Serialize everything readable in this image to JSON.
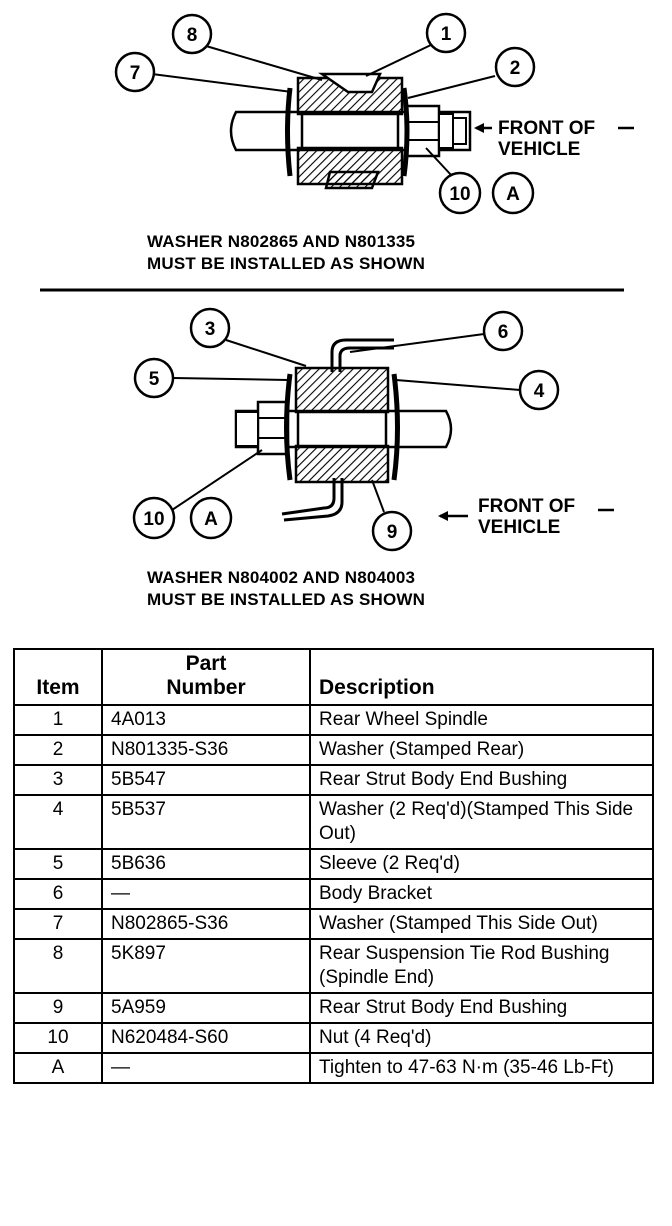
{
  "diagram_top": {
    "callouts": [
      "8",
      "1",
      "7",
      "2",
      "10",
      "A"
    ],
    "front_label_1": "FRONT OF",
    "front_label_2": "VEHICLE",
    "note_line_1": "WASHER N802865 AND N801335",
    "note_line_2": "MUST BE INSTALLED AS SHOWN"
  },
  "diagram_bottom": {
    "callouts": [
      "3",
      "6",
      "5",
      "4",
      "10",
      "A",
      "9"
    ],
    "front_label_1": "FRONT OF",
    "front_label_2": "VEHICLE",
    "note_line_1": "WASHER N804002 AND N804003",
    "note_line_2": "MUST BE INSTALLED AS SHOWN"
  },
  "table": {
    "headers": {
      "item": "Item",
      "part_1": "Part",
      "part_2": "Number",
      "description": "Description"
    },
    "rows": [
      {
        "item": "1",
        "part": "4A013",
        "desc": "Rear Wheel Spindle"
      },
      {
        "item": "2",
        "part": "N801335-S36",
        "desc": "Washer (Stamped Rear)"
      },
      {
        "item": "3",
        "part": "5B547",
        "desc": "Rear Strut Body End Bushing"
      },
      {
        "item": "4",
        "part": "5B537",
        "desc": "Washer (2 Req'd)(Stamped This Side Out)"
      },
      {
        "item": "5",
        "part": "5B636",
        "desc": "Sleeve (2 Req'd)"
      },
      {
        "item": "6",
        "part": "—",
        "desc": "Body Bracket"
      },
      {
        "item": "7",
        "part": "N802865-S36",
        "desc": "Washer (Stamped This Side Out)"
      },
      {
        "item": "8",
        "part": "5K897",
        "desc": "Rear Suspension Tie Rod Bushing (Spindle End)"
      },
      {
        "item": "9",
        "part": "5A959",
        "desc": "Rear Strut Body End Bushing"
      },
      {
        "item": "10",
        "part": "N620484-S60",
        "desc": "Nut (4 Req'd)"
      },
      {
        "item": "A",
        "part": "—",
        "desc": "Tighten to 47-63 N·m (35-46 Lb-Ft)"
      }
    ]
  }
}
